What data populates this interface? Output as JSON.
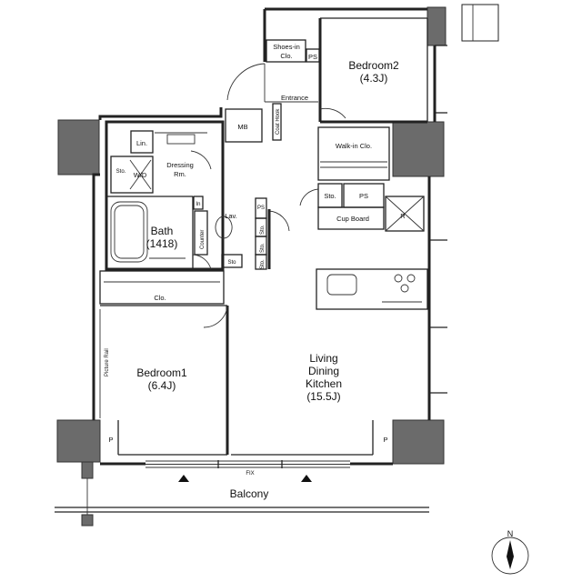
{
  "rooms": {
    "shoes_in_clo_1": "Shoes-in",
    "shoes_in_clo_2": "Clo.",
    "ps_top": "PS",
    "bedroom2_name": "Bedroom2",
    "bedroom2_size": "(4.3J)",
    "entrance": "Entrance",
    "mb": "MB",
    "coat_hook": "Coat Hook",
    "walk_in_clo": "Walk-in Clo.",
    "lin": "Lin.",
    "dressing_1": "Dressing",
    "dressing_2": "Rm.",
    "sto_wd": "Sto.",
    "wd": "W/D",
    "in": "In",
    "sto_hall": "Sto.",
    "ps_mid": "PS",
    "bath_name": "Bath",
    "bath_size": "(1418)",
    "lav": "Lav.",
    "counter": "Counter",
    "ps_small": "PS",
    "sto_v1": "Sto.",
    "sto_v2": "Sto.",
    "sto_v3": "Sto.",
    "sto_lav": "Sto",
    "cup_board": "Cup Board",
    "fridge": "R",
    "clo": "Clo.",
    "picture_rail": "Picture Rail",
    "bedroom1_name": "Bedroom1",
    "bedroom1_size": "(6.4J)",
    "ldk_1": "Living",
    "ldk_2": "Dining",
    "ldk_3": "Kitchen",
    "ldk_size": "(15.5J)",
    "p_left": "P",
    "p_right": "P",
    "fix": "FIX",
    "balcony": "Balcony"
  },
  "compass": {
    "label": "N"
  }
}
